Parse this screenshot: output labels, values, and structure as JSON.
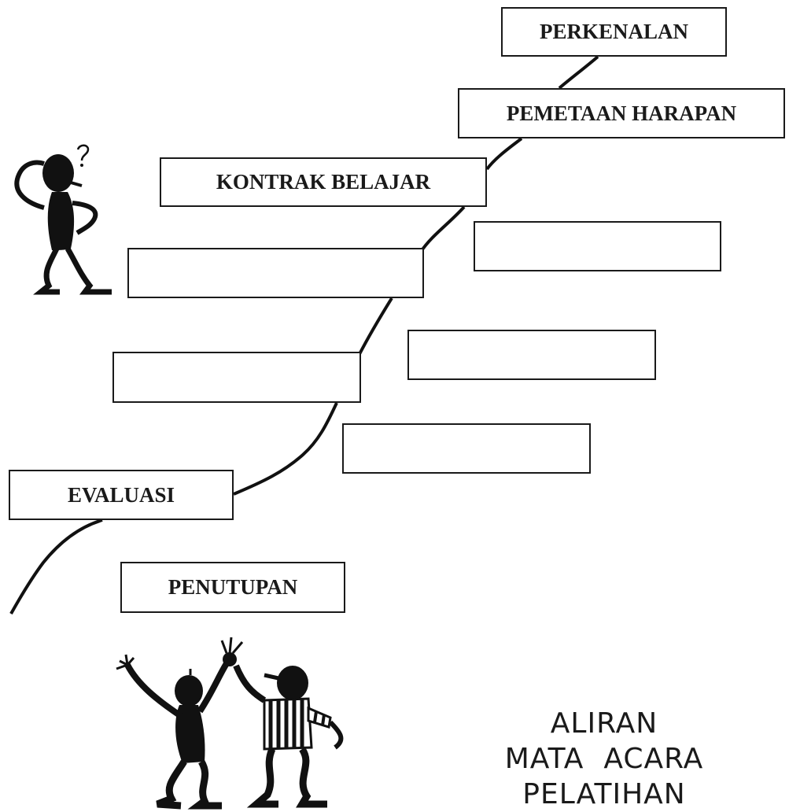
{
  "steps": {
    "perkenalan": "PERKENALAN",
    "pemetaan_harapan": "PEMETAAN HARAPAN",
    "kontrak_belajar": "KONTRAK BELAJAR",
    "blank_1": "",
    "blank_2": "",
    "blank_3": "",
    "blank_4": "",
    "blank_5": "",
    "evaluasi": "EVALUASI",
    "penutupan": "PENUTUPAN"
  },
  "caption": {
    "line1": "ALIRAN",
    "line2": "MATA  ACARA",
    "line3": "PELATIHAN"
  },
  "icons": {
    "thinking_figure": "thinking-figure-icon",
    "celebrating_figures": "celebrating-figures-icon"
  }
}
